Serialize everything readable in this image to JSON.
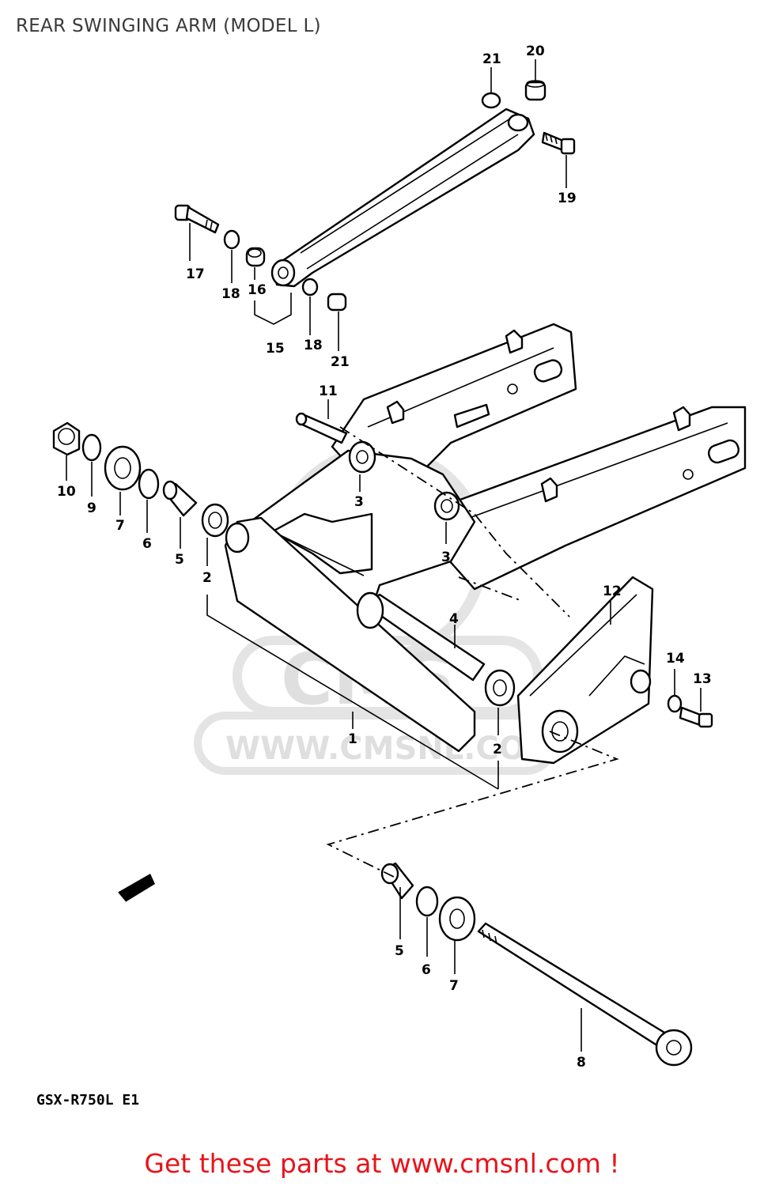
{
  "title": "REAR SWINGING ARM (MODEL L)",
  "model_code": "GSX-R750L E1",
  "watermark": {
    "brand": "CMS",
    "url": "WWW.CMSNL.COM"
  },
  "call_to_action": "Get these parts at www.cmsnl.com !",
  "part_numbers": [
    "21",
    "20",
    "19",
    "17",
    "18",
    "16",
    "15",
    "18",
    "21",
    "11",
    "10",
    "9",
    "7",
    "6",
    "5",
    "2",
    "3",
    "3",
    "1",
    "4",
    "12",
    "14",
    "13",
    "2",
    "5",
    "6",
    "7",
    "8"
  ],
  "colors": {
    "cta": "#e8141a",
    "title": "#3a3a3a",
    "watermark": "#dcdcdc"
  }
}
